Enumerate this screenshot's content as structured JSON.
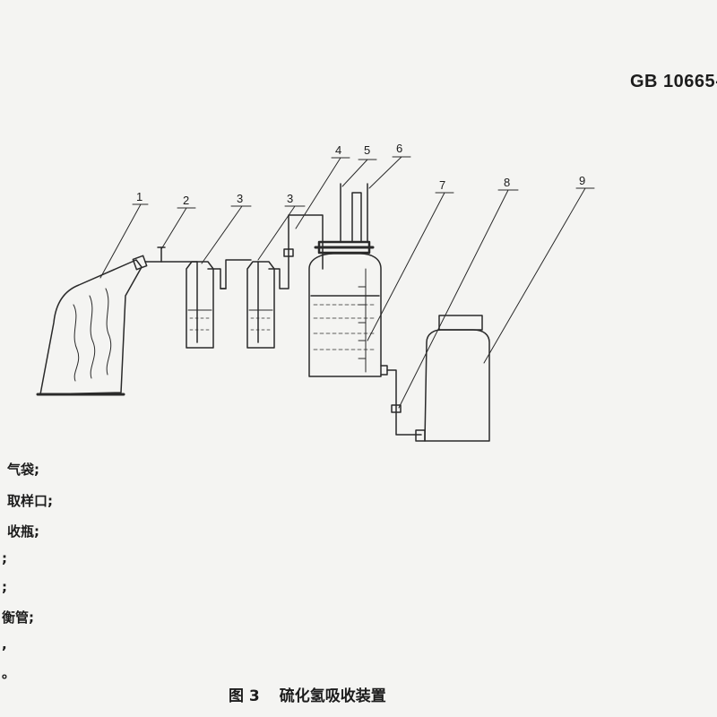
{
  "header": {
    "standard_code": "GB 10665-"
  },
  "figure": {
    "caption_number": "图 3",
    "caption_title": "硫化氢吸收装置"
  },
  "callouts": [
    "1",
    "2",
    "3",
    "3",
    "4",
    "5",
    "6",
    "7",
    "8",
    "9"
  ],
  "legend": [
    "气袋;",
    "取样口;",
    "收瓶;",
    ";",
    ";",
    "衡管;",
    ",",
    "。"
  ]
}
